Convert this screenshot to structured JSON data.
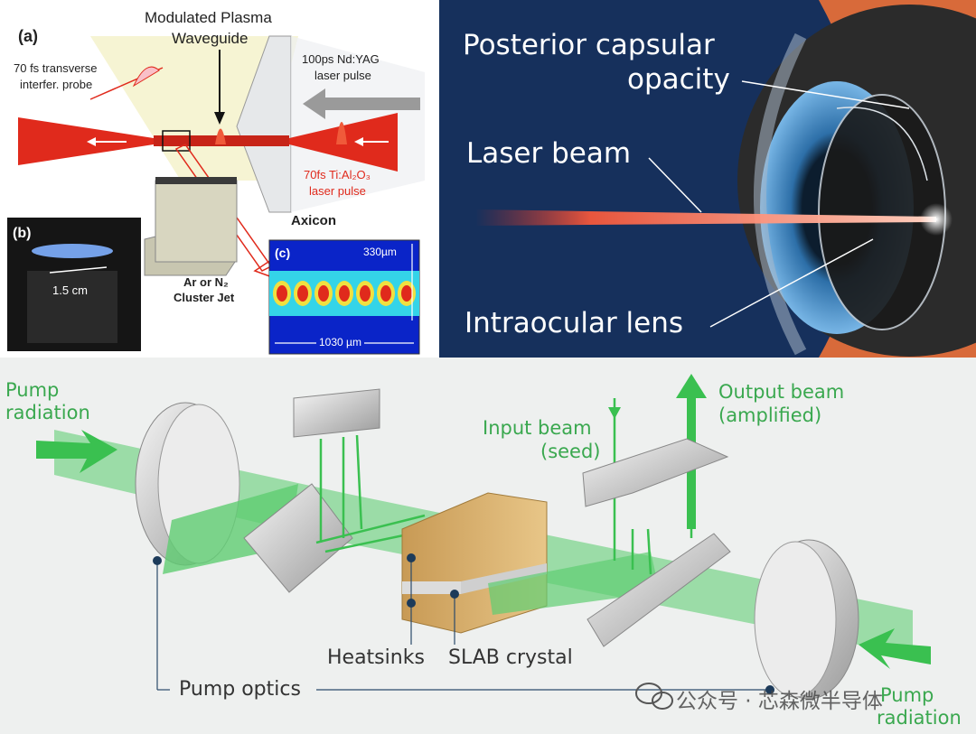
{
  "panel_a": {
    "label_a": "(a)",
    "title_line1": "Modulated Plasma",
    "title_line2": "Waveguide",
    "probe_line1": "70 fs transverse",
    "probe_line2": "interfer. probe",
    "ndyag_line1": "100ps Nd:YAG",
    "ndyag_line2": "laser pulse",
    "ti_line1": "70fs Ti:Al₂O₃",
    "ti_line2": "laser pulse",
    "axicon": "Axicon",
    "jet_line1": "Ar or N₂",
    "jet_line2": "Cluster Jet",
    "label_b": "(b)",
    "scale_b": "1.5 cm",
    "label_c": "(c)",
    "dim_height": "330µm",
    "dim_width": "1030 µm"
  },
  "panel_eye": {
    "posterior_line1": "Posterior capsular",
    "posterior_line2": "opacity",
    "laser_beam": "Laser beam",
    "iol": "Intraocular lens"
  },
  "panel_slab": {
    "pump_left_line1": "Pump",
    "pump_left_line2": "radiation",
    "input_line1": "Input beam",
    "input_line2": "(seed)",
    "output_line1": "Output beam",
    "output_line2": "(amplified)",
    "heatsinks": "Heatsinks",
    "slab_crystal": "SLAB crystal",
    "pump_optics": "Pump optics",
    "pump_right_line1": "Pump",
    "pump_right_line2": "radiation",
    "watermark": "公众号 · 芯森微半导体"
  },
  "colors": {
    "laser_red": "#e02a1c",
    "beam_green": "#3fc45a",
    "eye_background": "#16305c",
    "iris_blue": "#3d8fd0"
  }
}
